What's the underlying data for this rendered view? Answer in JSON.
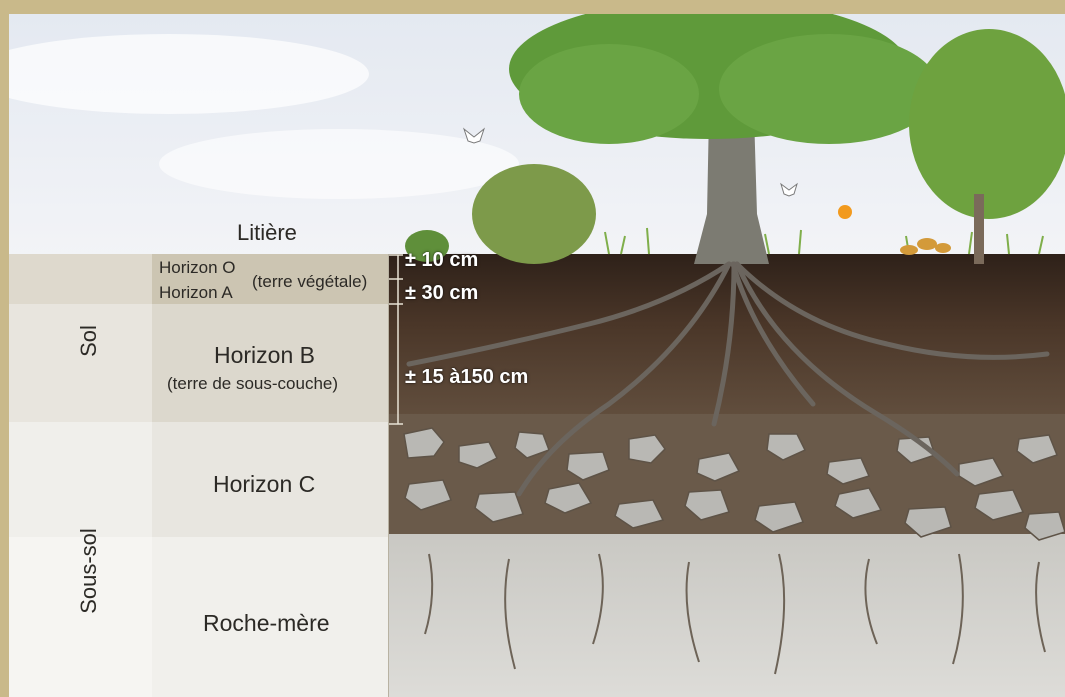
{
  "labels": {
    "litiere": "Litière",
    "horizon_o": "Horizon O",
    "horizon_a": "Horizon A",
    "terre_vegetale": "(terre végétale)",
    "horizon_b": "Horizon B",
    "terre_sous_couche": "(terre de sous-couche)",
    "horizon_c": "Horizon C",
    "roche_mere": "Roche-mère",
    "sol": "Sol",
    "sous_sol": "Sous-sol"
  },
  "depths": {
    "o": "± 10 cm",
    "a": "± 30 cm",
    "b": "± 15 à150 cm"
  },
  "colors": {
    "frame": "#c9b98a",
    "sky": "#eef1f6",
    "topsoil": "#3b2a1e",
    "subsoil": "#5a4534",
    "stones": "#b8b8b8",
    "bedrock": "#d4d3cf",
    "foliage": "#5f9a3a",
    "trunk": "#7a786f"
  }
}
